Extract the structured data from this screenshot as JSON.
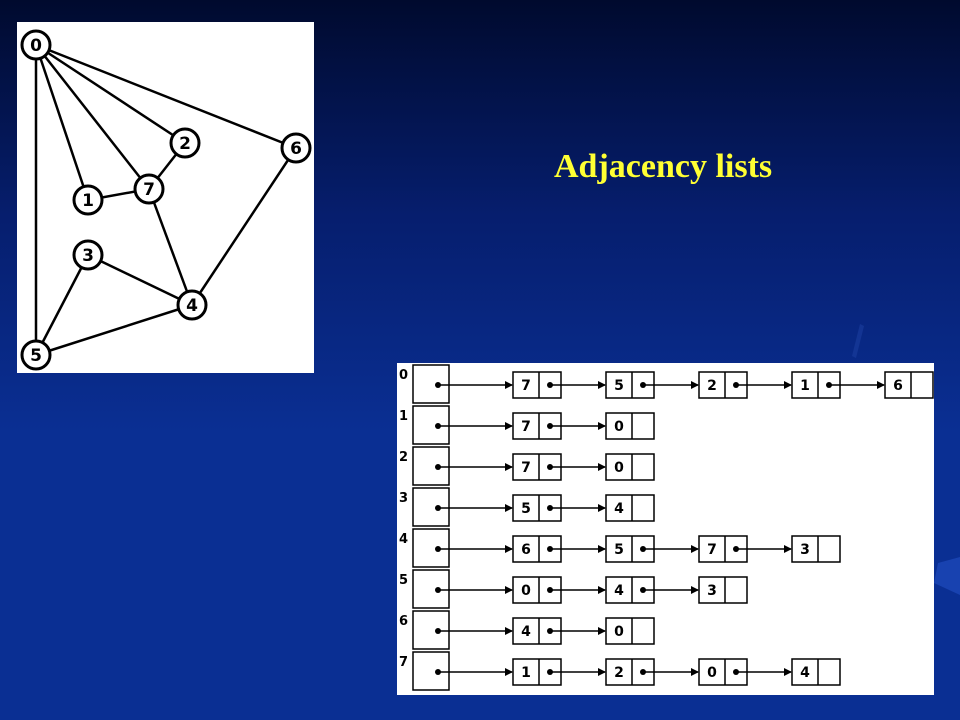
{
  "slide": {
    "title": "Adjacency lists"
  },
  "graph": {
    "vertices": [
      "0",
      "1",
      "2",
      "3",
      "4",
      "5",
      "6",
      "7"
    ],
    "edges": [
      [
        "0",
        "1"
      ],
      [
        "0",
        "2"
      ],
      [
        "0",
        "5"
      ],
      [
        "0",
        "6"
      ],
      [
        "0",
        "7"
      ],
      [
        "1",
        "7"
      ],
      [
        "2",
        "7"
      ],
      [
        "3",
        "4"
      ],
      [
        "3",
        "5"
      ],
      [
        "4",
        "5"
      ],
      [
        "4",
        "6"
      ],
      [
        "4",
        "7"
      ]
    ]
  },
  "adjacency_lists": [
    {
      "vertex": "0",
      "neighbors": [
        "7",
        "5",
        "2",
        "1",
        "6"
      ]
    },
    {
      "vertex": "1",
      "neighbors": [
        "7",
        "0"
      ]
    },
    {
      "vertex": "2",
      "neighbors": [
        "7",
        "0"
      ]
    },
    {
      "vertex": "3",
      "neighbors": [
        "5",
        "4"
      ]
    },
    {
      "vertex": "4",
      "neighbors": [
        "6",
        "5",
        "7",
        "3"
      ]
    },
    {
      "vertex": "5",
      "neighbors": [
        "0",
        "4",
        "3"
      ]
    },
    {
      "vertex": "6",
      "neighbors": [
        "4",
        "0"
      ]
    },
    {
      "vertex": "7",
      "neighbors": [
        "1",
        "2",
        "0",
        "4"
      ]
    }
  ]
}
